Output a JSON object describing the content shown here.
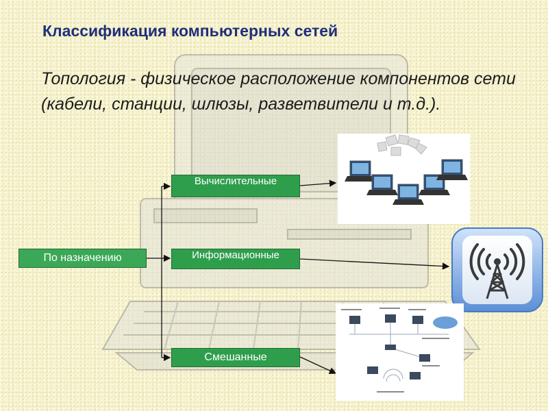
{
  "title": "Классификация компьютерных сетей",
  "definition": "Топология - физическое расположение компонентов сети  (кабели, станции, шлюзы, разветвители и т.д.).",
  "tree": {
    "root": "По назначению",
    "children": [
      "Вычислительные",
      "Информационные",
      "Смешанные"
    ]
  },
  "images": {
    "laptops": "laptops-around-network-icon",
    "wifi": "wifi-antenna-icon",
    "network": "network-diagram-illustration"
  },
  "colors": {
    "background": "#f4efc6",
    "title": "#1f2f7a",
    "box_fill": "#2f9e4c",
    "box_text": "#ffffff",
    "connector": "#111111"
  }
}
